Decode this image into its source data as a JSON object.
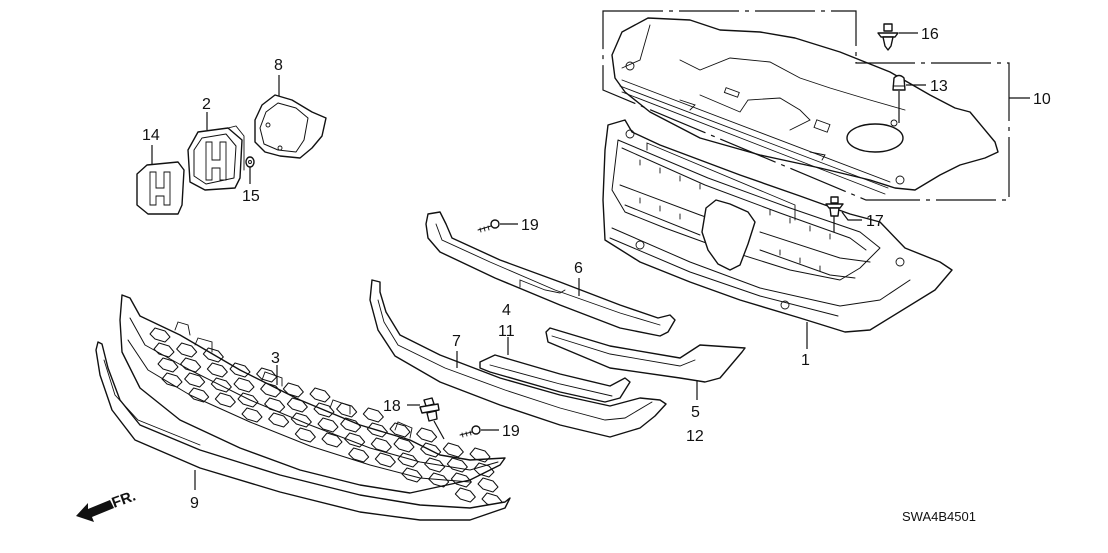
{
  "diagram": {
    "title": "Front Grille parts diagram",
    "drawing_code": "SWA4B4501",
    "direction_indicator": "FR.",
    "callouts": [
      {
        "id": "c1",
        "label": "1",
        "part": "front-grille"
      },
      {
        "id": "c2",
        "label": "2",
        "part": "emblem-base"
      },
      {
        "id": "c3",
        "label": "3",
        "part": "lower-grille"
      },
      {
        "id": "c4",
        "label": "4",
        "part": "molding-upper-right"
      },
      {
        "id": "c5",
        "label": "5",
        "part": "molding-right"
      },
      {
        "id": "c6",
        "label": "6",
        "part": "upper-molding"
      },
      {
        "id": "c7",
        "label": "7",
        "part": "middle-molding"
      },
      {
        "id": "c8",
        "label": "8",
        "part": "emblem-bezel"
      },
      {
        "id": "c9",
        "label": "9",
        "part": "lower-molding"
      },
      {
        "id": "c10",
        "label": "10",
        "part": "grille-cover-assembly"
      },
      {
        "id": "c11",
        "label": "11",
        "part": "molding-upper-left"
      },
      {
        "id": "c12",
        "label": "12",
        "part": "molding-left"
      },
      {
        "id": "c13",
        "label": "13",
        "part": "cushion"
      },
      {
        "id": "c14",
        "label": "14",
        "part": "front-emblem"
      },
      {
        "id": "c15",
        "label": "15",
        "part": "nut"
      },
      {
        "id": "c16",
        "label": "16",
        "part": "clip"
      },
      {
        "id": "c17",
        "label": "17",
        "part": "clip"
      },
      {
        "id": "c18",
        "label": "18",
        "part": "clip"
      },
      {
        "id": "c19a",
        "label": "19",
        "part": "screw"
      },
      {
        "id": "c19b",
        "label": "19",
        "part": "screw"
      }
    ]
  }
}
